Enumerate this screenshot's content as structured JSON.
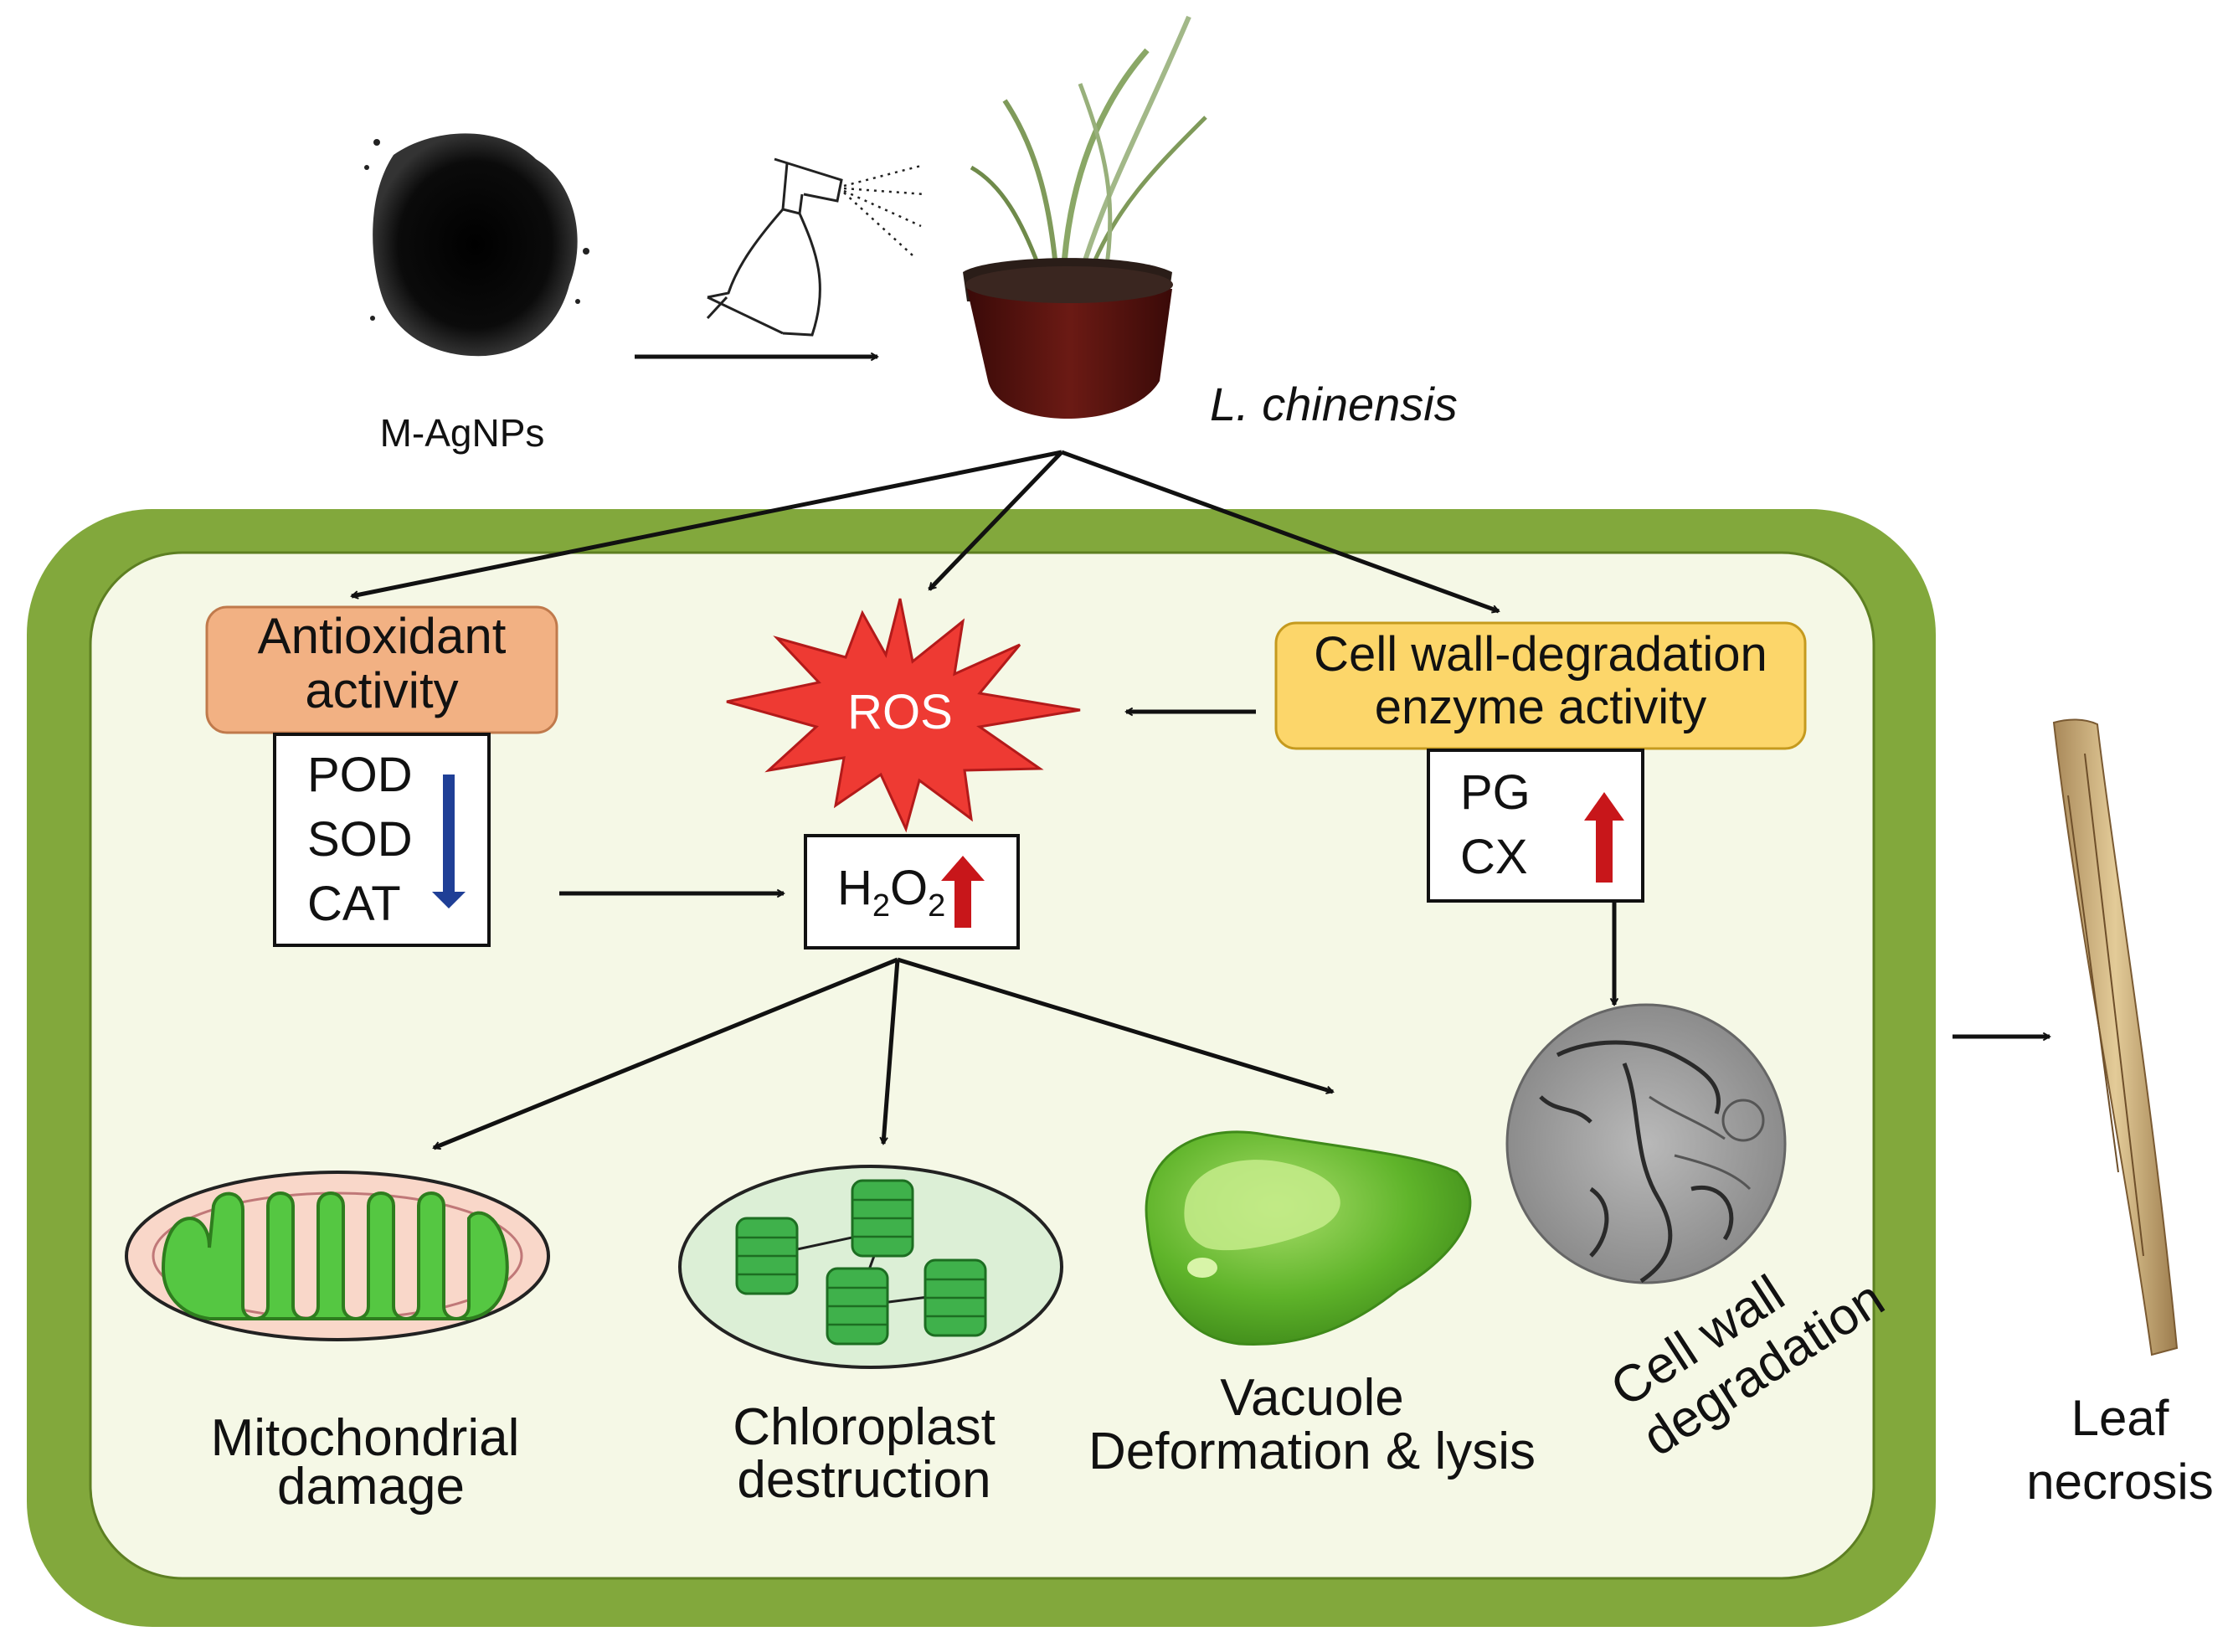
{
  "labels": {
    "powder": "M-AgNPs",
    "plant": "L. chinensis",
    "antioxidant_line1": "Antioxidant",
    "antioxidant_line2": "activity",
    "enzymes_down": [
      "POD",
      "SOD",
      "CAT"
    ],
    "ros": "ROS",
    "h2o2_h": "H",
    "h2o2_sub1": "2",
    "h2o2_o": "O",
    "h2o2_sub2": "2",
    "cellwall_enzyme_line1": "Cell wall-degradation",
    "cellwall_enzyme_line2": "enzyme activity",
    "enzymes_up": [
      "PG",
      "CX"
    ],
    "mito_line1": "Mitochondrial",
    "mito_line2": "damage",
    "chloro_line1": "Chloroplast",
    "chloro_line2": "destruction",
    "vacuole_line1": "Vacuole",
    "vacuole_line2": "Deformation & lysis",
    "cellwall_deg_line1": "Cell wall",
    "cellwall_deg_line2": "degradation",
    "necrosis_line1": "Leaf",
    "necrosis_line2": "necrosis"
  },
  "colors": {
    "cell_wall": "#82a83c",
    "cytoplasm": "#f5f8e6",
    "antioxidant_box": "#f2b183",
    "enzyme_box": "#fcd66a",
    "ros_burst": "#ee3a33",
    "down_arrow": "#1f3f96",
    "up_arrow": "#c8161a",
    "mito_outer": "#f9d7c9",
    "mito_inner": "#55c742",
    "chloroplast": "#dcefd6",
    "granum": "#3fb14b",
    "vacuole": "#5fb42a",
    "pot": "#5a1410",
    "leaf": "#c9a877"
  },
  "icons": [
    "powder-image",
    "spray-bottle-icon",
    "potted-plant-image",
    "mitochondrion-icon",
    "chloroplast-icon",
    "vacuole-icon",
    "cell-wall-micrograph",
    "necrotic-leaf-image"
  ]
}
